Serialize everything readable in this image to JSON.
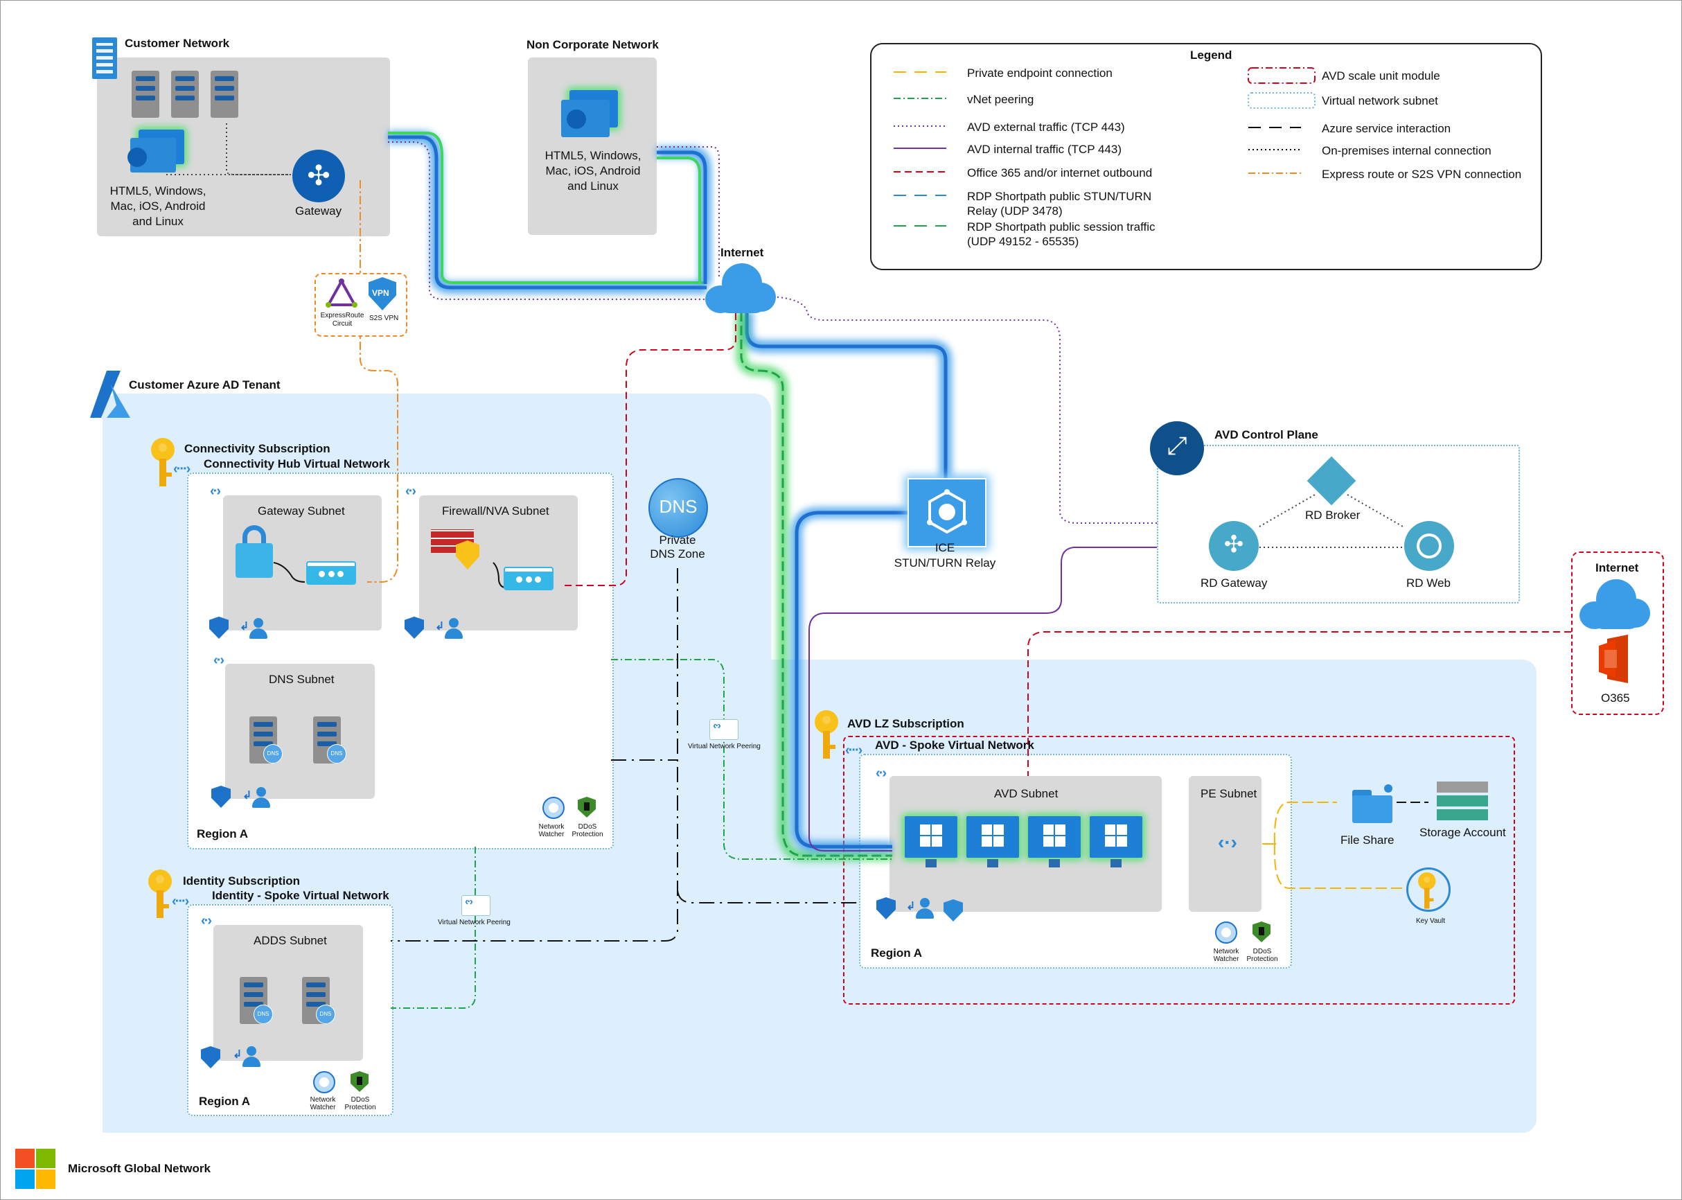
{
  "legend": {
    "title": "Legend",
    "items": [
      {
        "label": "Private endpoint connection",
        "color": "#f4b400",
        "style": "long-dash"
      },
      {
        "label": "vNet peering",
        "color": "#1fa24a",
        "style": "dash-dot"
      },
      {
        "label": "AVD external traffic (TCP 443)",
        "color": "#7030a0",
        "style": "dotted"
      },
      {
        "label": "AVD internal traffic (TCP 443)",
        "color": "#7030a0",
        "style": "solid"
      },
      {
        "label": "Office 365 and/or internet outbound",
        "color": "#d0021b",
        "style": "dash"
      },
      {
        "label": "RDP Shortpath public STUN/TURN",
        "label2": "Relay (UDP 3478)",
        "color": "#2b8ad8",
        "style": "long-dash"
      },
      {
        "label": "RDP Shortpath public session traffic",
        "label2": "(UDP 49152 - 65535)",
        "color": "#1fa24a",
        "style": "long-dash"
      },
      {
        "label": "AVD scale unit module",
        "color": "#d0021b",
        "style": "box-dash-dot"
      },
      {
        "label": "Virtual network  subnet",
        "color": "#6cb3de",
        "style": "box-dotted"
      },
      {
        "label": "Azure service interaction",
        "color": "#000000",
        "style": "long-dash"
      },
      {
        "label": "On-premises internal connection",
        "color": "#000000",
        "style": "dotted"
      },
      {
        "label": "Express route or S2S VPN connection",
        "color": "#f08a24",
        "style": "dash-dot"
      }
    ]
  },
  "customer_network": {
    "title": "Customer Network",
    "clients": "HTML5, Windows,\nMac, iOS, Android\nand Linux",
    "gateway": "Gateway"
  },
  "non_corporate": {
    "title": "Non Corporate Network",
    "clients": "HTML5, Windows,\nMac, iOS, Android\nand Linux"
  },
  "internet_top": "Internet",
  "expressroute": {
    "circuit": "ExpressRoute\nCircuit",
    "vpn": "S2S VPN",
    "vpn_badge": "VPN"
  },
  "tenant": {
    "title": "Customer Azure AD Tenant"
  },
  "connectivity": {
    "subscription": "Connectivity Subscription",
    "vnet": "Connectivity Hub Virtual Network",
    "gateway_subnet": "Gateway Subnet",
    "firewall_subnet": "Firewall/NVA  Subnet",
    "dns_subnet": "DNS Subnet",
    "region": "Region A",
    "network_watcher": "Network\nWatcher",
    "ddos": "DDoS\nProtection"
  },
  "private_dns": {
    "label": "Private\nDNS Zone",
    "badge": "DNS"
  },
  "peering1": "Virtual Network Peering",
  "peering2": "Virtual Network Peering",
  "identity": {
    "subscription": "Identity Subscription",
    "vnet": "Identity - Spoke Virtual Network",
    "adds_subnet": "ADDS Subnet",
    "region": "Region A",
    "network_watcher": "Network\nWatcher",
    "ddos": "DDoS\nProtection"
  },
  "ice": {
    "label": "ICE\nSTUN/TURN Relay"
  },
  "control_plane": {
    "title": "AVD Control Plane",
    "broker": "RD Broker",
    "gateway": "RD Gateway",
    "web": "RD Web"
  },
  "internet_right": {
    "title": "Internet",
    "o365": "O365"
  },
  "avd_lz": {
    "subscription": "AVD LZ Subscription",
    "vnet": "AVD - Spoke Virtual Network",
    "avd_subnet": "AVD Subnet",
    "pe_subnet": "PE Subnet",
    "region": "Region A",
    "file_share": "File Share",
    "storage": "Storage Account",
    "key_vault": "Key Vault",
    "network_watcher": "Network\nWatcher",
    "ddos": "DDoS\nProtection"
  },
  "footer": "Microsoft Global Network",
  "dns_badge": "DNS"
}
